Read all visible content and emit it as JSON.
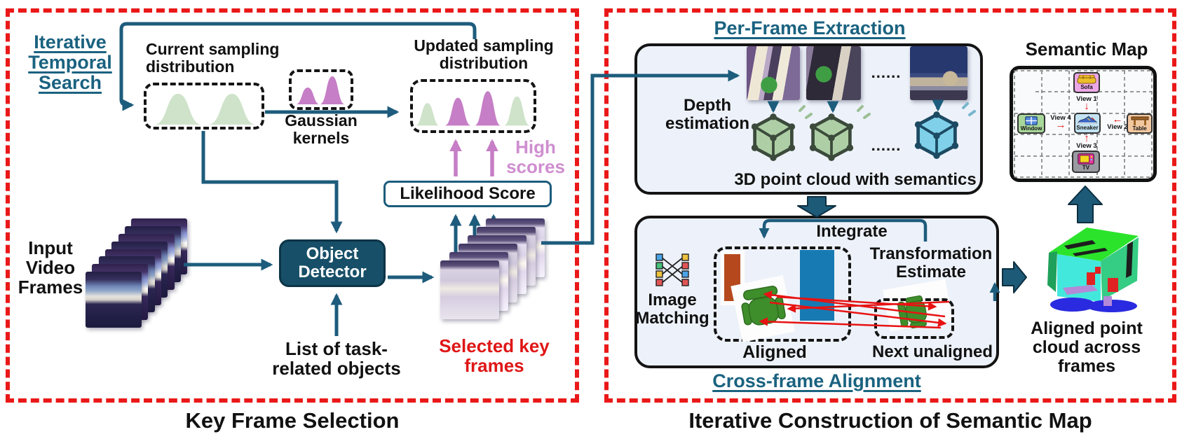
{
  "colors": {
    "accent_teal": "#1a6280",
    "arrow_teal": "#1d5c7c",
    "panel_border_red": "#ea1818",
    "highlight_purple": "#cf8ed0",
    "kernel_purple": "#c67ec6",
    "distribution_green": "#cfe3ca",
    "selected_text_red": "#df1616",
    "detector_fill": "#174f68"
  },
  "left": {
    "heading": "Iterative\nTemporal\nSearch",
    "current_distribution_label": "Current sampling\ndistribution",
    "gaussian_kernels_label": "Gaussian\nkernels",
    "updated_distribution_label": "Updated sampling\ndistribution",
    "high_scores_label": "High\nscores",
    "likelihood_score_label": "Likelihood Score",
    "input_frames_label": "Input\nVideo\nFrames",
    "object_detector_label": "Object\nDetector",
    "task_objects_label": "List of task-\nrelated objects",
    "selected_keyframes_label": "Selected key\nframes",
    "caption": "Key Frame Selection"
  },
  "right": {
    "per_frame_heading": "Per-Frame Extraction",
    "depth_label": "Depth\nestimation",
    "frame_dots": "......",
    "cloud_dots": "......",
    "pointcloud_label": "3D point cloud with semantics",
    "integrate_label": "Integrate",
    "image_matching_label": "Image\nMatching",
    "aligned_label": "Aligned",
    "transformation_label": "Transformation\nEstimate",
    "next_unaligned_label": "Next unaligned",
    "cross_frame_heading": "Cross-frame Alignment",
    "aligned_cloud_label": "Aligned point\ncloud across\nframes",
    "caption": "Iterative Construction of Semantic Map",
    "semantic_map": {
      "title": "Semantic Map",
      "objects": [
        {
          "label": "Sofa"
        },
        {
          "label": "Window"
        },
        {
          "label": "Sneaker"
        },
        {
          "label": "Table"
        },
        {
          "label": "TV"
        }
      ],
      "views": [
        {
          "label": "View 1",
          "arrow": "↓"
        },
        {
          "label": "View 2",
          "arrow": "←"
        },
        {
          "label": "View 3",
          "arrow": "↑"
        },
        {
          "label": "View 4",
          "arrow": "→"
        }
      ]
    }
  }
}
